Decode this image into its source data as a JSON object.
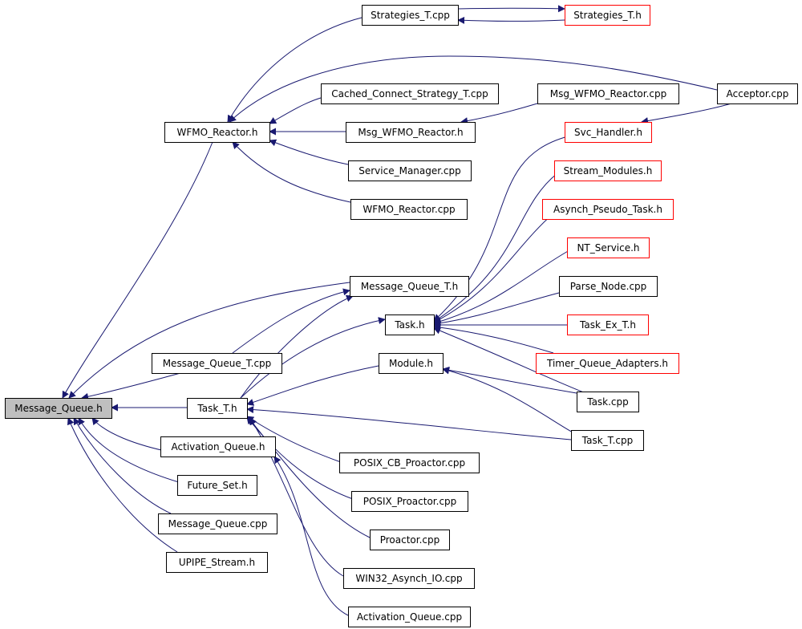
{
  "colors": {
    "edge": "#191970",
    "border_normal": "#000000",
    "border_highlight": "#ff0000",
    "fill_normal": "#ffffff",
    "fill_root": "#bfbfbf"
  },
  "nodes": [
    {
      "id": "strategies_t_cpp",
      "label": "Strategies_T.cpp",
      "style": "normal"
    },
    {
      "id": "strategies_t_h",
      "label": "Strategies_T.h",
      "style": "red"
    },
    {
      "id": "cached_connect_strategy_t_cpp",
      "label": "Cached_Connect_Strategy_T.cpp",
      "style": "normal"
    },
    {
      "id": "msg_wfmo_reactor_cpp",
      "label": "Msg_WFMO_Reactor.cpp",
      "style": "normal"
    },
    {
      "id": "acceptor_cpp",
      "label": "Acceptor.cpp",
      "style": "normal"
    },
    {
      "id": "wfmo_reactor_h",
      "label": "WFMO_Reactor.h",
      "style": "normal"
    },
    {
      "id": "msg_wfmo_reactor_h",
      "label": "Msg_WFMO_Reactor.h",
      "style": "normal"
    },
    {
      "id": "svc_handler_h",
      "label": "Svc_Handler.h",
      "style": "red"
    },
    {
      "id": "service_manager_cpp",
      "label": "Service_Manager.cpp",
      "style": "normal"
    },
    {
      "id": "stream_modules_h",
      "label": "Stream_Modules.h",
      "style": "red"
    },
    {
      "id": "wfmo_reactor_cpp",
      "label": "WFMO_Reactor.cpp",
      "style": "normal"
    },
    {
      "id": "asynch_pseudo_task_h",
      "label": "Asynch_Pseudo_Task.h",
      "style": "red"
    },
    {
      "id": "nt_service_h",
      "label": "NT_Service.h",
      "style": "red"
    },
    {
      "id": "message_queue_t_h",
      "label": "Message_Queue_T.h",
      "style": "normal"
    },
    {
      "id": "parse_node_cpp",
      "label": "Parse_Node.cpp",
      "style": "normal"
    },
    {
      "id": "task_h",
      "label": "Task.h",
      "style": "normal"
    },
    {
      "id": "task_ex_t_h",
      "label": "Task_Ex_T.h",
      "style": "red"
    },
    {
      "id": "message_queue_t_cpp",
      "label": "Message_Queue_T.cpp",
      "style": "normal"
    },
    {
      "id": "module_h",
      "label": "Module.h",
      "style": "normal"
    },
    {
      "id": "timer_queue_adapters_h",
      "label": "Timer_Queue_Adapters.h",
      "style": "red"
    },
    {
      "id": "task_cpp",
      "label": "Task.cpp",
      "style": "normal"
    },
    {
      "id": "message_queue_h",
      "label": "Message_Queue.h",
      "style": "root"
    },
    {
      "id": "task_t_h",
      "label": "Task_T.h",
      "style": "normal"
    },
    {
      "id": "task_t_cpp",
      "label": "Task_T.cpp",
      "style": "normal"
    },
    {
      "id": "activation_queue_h",
      "label": "Activation_Queue.h",
      "style": "normal"
    },
    {
      "id": "posix_cb_proactor_cpp",
      "label": "POSIX_CB_Proactor.cpp",
      "style": "normal"
    },
    {
      "id": "future_set_h",
      "label": "Future_Set.h",
      "style": "normal"
    },
    {
      "id": "posix_proactor_cpp",
      "label": "POSIX_Proactor.cpp",
      "style": "normal"
    },
    {
      "id": "message_queue_cpp",
      "label": "Message_Queue.cpp",
      "style": "normal"
    },
    {
      "id": "proactor_cpp",
      "label": "Proactor.cpp",
      "style": "normal"
    },
    {
      "id": "upipe_stream_h",
      "label": "UPIPE_Stream.h",
      "style": "normal"
    },
    {
      "id": "win32_asynch_io_cpp",
      "label": "WIN32_Asynch_IO.cpp",
      "style": "normal"
    },
    {
      "id": "activation_queue_cpp",
      "label": "Activation_Queue.cpp",
      "style": "normal"
    }
  ],
  "edges": [
    {
      "from": "wfmo_reactor_h",
      "to": "message_queue_h"
    },
    {
      "from": "message_queue_t_h",
      "to": "message_queue_h"
    },
    {
      "from": "message_queue_t_cpp",
      "to": "message_queue_h"
    },
    {
      "from": "task_t_h",
      "to": "message_queue_h"
    },
    {
      "from": "activation_queue_h",
      "to": "message_queue_h"
    },
    {
      "from": "future_set_h",
      "to": "message_queue_h"
    },
    {
      "from": "message_queue_cpp",
      "to": "message_queue_h"
    },
    {
      "from": "upipe_stream_h",
      "to": "message_queue_h"
    },
    {
      "from": "strategies_t_cpp",
      "to": "wfmo_reactor_h"
    },
    {
      "from": "acceptor_cpp",
      "to": "wfmo_reactor_h"
    },
    {
      "from": "cached_connect_strategy_t_cpp",
      "to": "wfmo_reactor_h"
    },
    {
      "from": "msg_wfmo_reactor_h",
      "to": "wfmo_reactor_h"
    },
    {
      "from": "service_manager_cpp",
      "to": "wfmo_reactor_h"
    },
    {
      "from": "wfmo_reactor_cpp",
      "to": "wfmo_reactor_h"
    },
    {
      "from": "strategies_t_cpp",
      "to": "strategies_t_h"
    },
    {
      "from": "strategies_t_h",
      "to": "strategies_t_cpp"
    },
    {
      "from": "msg_wfmo_reactor_cpp",
      "to": "msg_wfmo_reactor_h"
    },
    {
      "from": "acceptor_cpp",
      "to": "svc_handler_h"
    },
    {
      "from": "message_queue_t_cpp",
      "to": "message_queue_t_h"
    },
    {
      "from": "task_t_h",
      "to": "message_queue_t_h"
    },
    {
      "from": "svc_handler_h",
      "to": "task_h"
    },
    {
      "from": "stream_modules_h",
      "to": "task_h"
    },
    {
      "from": "asynch_pseudo_task_h",
      "to": "task_h"
    },
    {
      "from": "nt_service_h",
      "to": "task_h"
    },
    {
      "from": "parse_node_cpp",
      "to": "task_h"
    },
    {
      "from": "task_ex_t_h",
      "to": "task_h"
    },
    {
      "from": "timer_queue_adapters_h",
      "to": "task_h"
    },
    {
      "from": "task_cpp",
      "to": "task_h"
    },
    {
      "from": "task_t_h",
      "to": "task_h"
    },
    {
      "from": "task_cpp",
      "to": "module_h"
    },
    {
      "from": "task_t_cpp",
      "to": "module_h"
    },
    {
      "from": "module_h",
      "to": "task_t_h"
    },
    {
      "from": "task_t_cpp",
      "to": "task_t_h"
    },
    {
      "from": "posix_cb_proactor_cpp",
      "to": "task_t_h"
    },
    {
      "from": "posix_proactor_cpp",
      "to": "task_t_h"
    },
    {
      "from": "proactor_cpp",
      "to": "task_t_h"
    },
    {
      "from": "win32_asynch_io_cpp",
      "to": "task_t_h"
    },
    {
      "from": "activation_queue_cpp",
      "to": "activation_queue_h"
    }
  ]
}
